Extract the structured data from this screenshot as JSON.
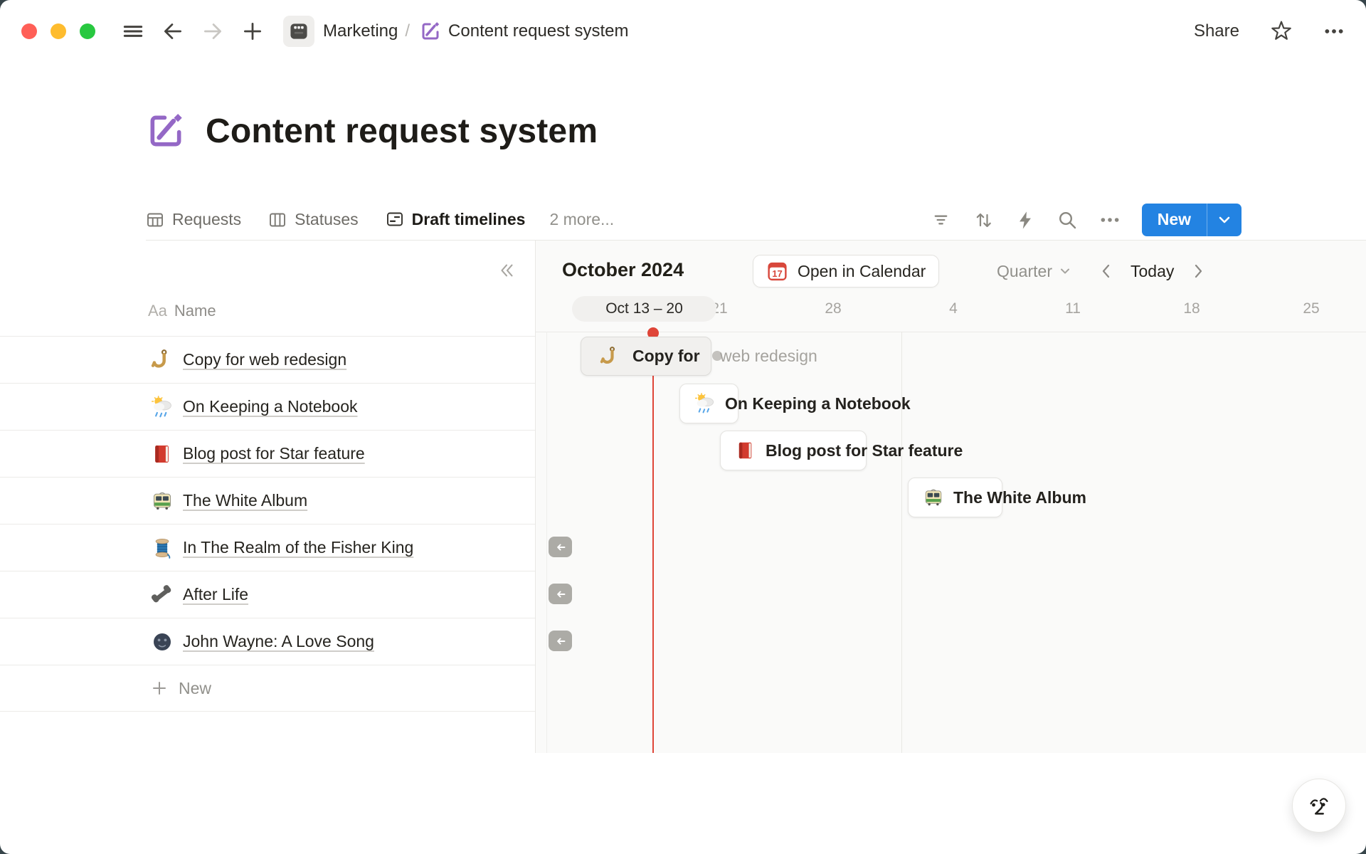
{
  "window": {
    "traffic_lights": [
      "#FF5F57",
      "#FEBC2E",
      "#28C840"
    ],
    "title_bar": {
      "breadcrumb_workspace": "Marketing",
      "breadcrumb_separator": "/",
      "breadcrumb_page": "Content request system",
      "share_label": "Share"
    }
  },
  "page": {
    "title": "Content request system",
    "icon": "memo-purple"
  },
  "view_tabs": {
    "tabs": [
      {
        "label": "Requests",
        "icon": "table"
      },
      {
        "label": "Statuses",
        "icon": "board"
      },
      {
        "label": "Draft timelines",
        "icon": "timeline",
        "active": true
      }
    ],
    "more_label": "2 more...",
    "new_button": {
      "label": "New",
      "color": "#2383E2"
    }
  },
  "list_pane": {
    "column_header_prefix": "Aa",
    "column_header": "Name",
    "rows": [
      {
        "icon": "hook",
        "name": "Copy for web redesign"
      },
      {
        "icon": "sun-behind-rain-cloud",
        "name": "On Keeping a Notebook"
      },
      {
        "icon": "closed-book",
        "name": "Blog post for Star feature"
      },
      {
        "icon": "tram",
        "name": "The White Album"
      },
      {
        "icon": "thread",
        "name": "In The Realm of the Fisher King"
      },
      {
        "icon": "telephone-receiver",
        "name": "After Life"
      },
      {
        "icon": "new-moon-face",
        "name": "John Wayne: A Love Song"
      }
    ],
    "new_row_label": "New"
  },
  "timeline": {
    "month_label": "October 2024",
    "open_in_calendar_label": "Open in Calendar",
    "calendar_icon_day": "17",
    "zoom_select_value": "Quarter",
    "today_label": "Today",
    "selected_range_label": "Oct 13 – 20",
    "date_ticks": [
      "21",
      "28",
      "4",
      "11",
      "18",
      "25"
    ],
    "today_color": "#DF4538",
    "bars": [
      {
        "icon": "hook",
        "label": "Copy for",
        "overflow_label": "web redesign"
      },
      {
        "icon": "sun-behind-rain-cloud",
        "label": "On Keeping a Notebook"
      },
      {
        "icon": "closed-book",
        "label": "Blog post for Star feature"
      },
      {
        "icon": "tram",
        "label": "The White Album"
      }
    ],
    "overflow_arrow_count": 3
  }
}
